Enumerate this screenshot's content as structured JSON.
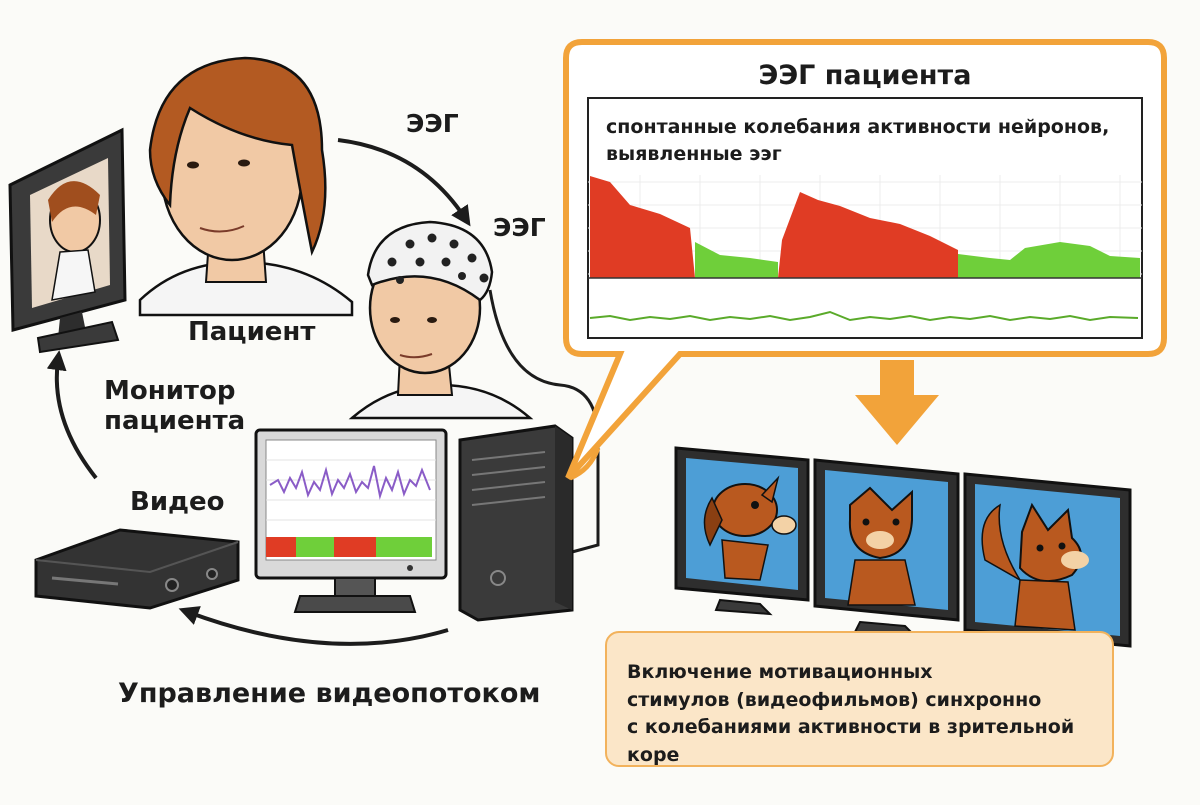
{
  "labels": {
    "patient": "Пациент",
    "eeg_1": "ЭЭГ",
    "eeg_2": "ЭЭГ",
    "patient_monitor": [
      "Монитор",
      "пациента"
    ],
    "video": "Видео",
    "video_stream_control": "Управление видеопотоком"
  },
  "eeg_panel": {
    "title": "ЭЭГ пациента",
    "caption": [
      "спонтанные колебания активности нейронов,",
      "выявленные ээг"
    ]
  },
  "stimulus_note": [
    "Включение мотивационных",
    "стимулов (видеофильмов) синхронно",
    "с колебаниями активности в зрительной коре"
  ],
  "colors": {
    "accent_orange": "#f2a33a",
    "eeg_high": "#e03c24",
    "eeg_low": "#6fcf3a",
    "monitor_screen": "#4d9ed6",
    "cartoon_animal": "#b9591f",
    "eeg_trace": "#8a5cc7"
  },
  "icons": [
    "patient-head",
    "eeg-cap-head",
    "patient-monitor",
    "video-player",
    "pc-tower",
    "lab-monitor",
    "stimulus-monitor-dog",
    "stimulus-monitor-cat",
    "stimulus-monitor-fox",
    "cycle-arrow"
  ]
}
